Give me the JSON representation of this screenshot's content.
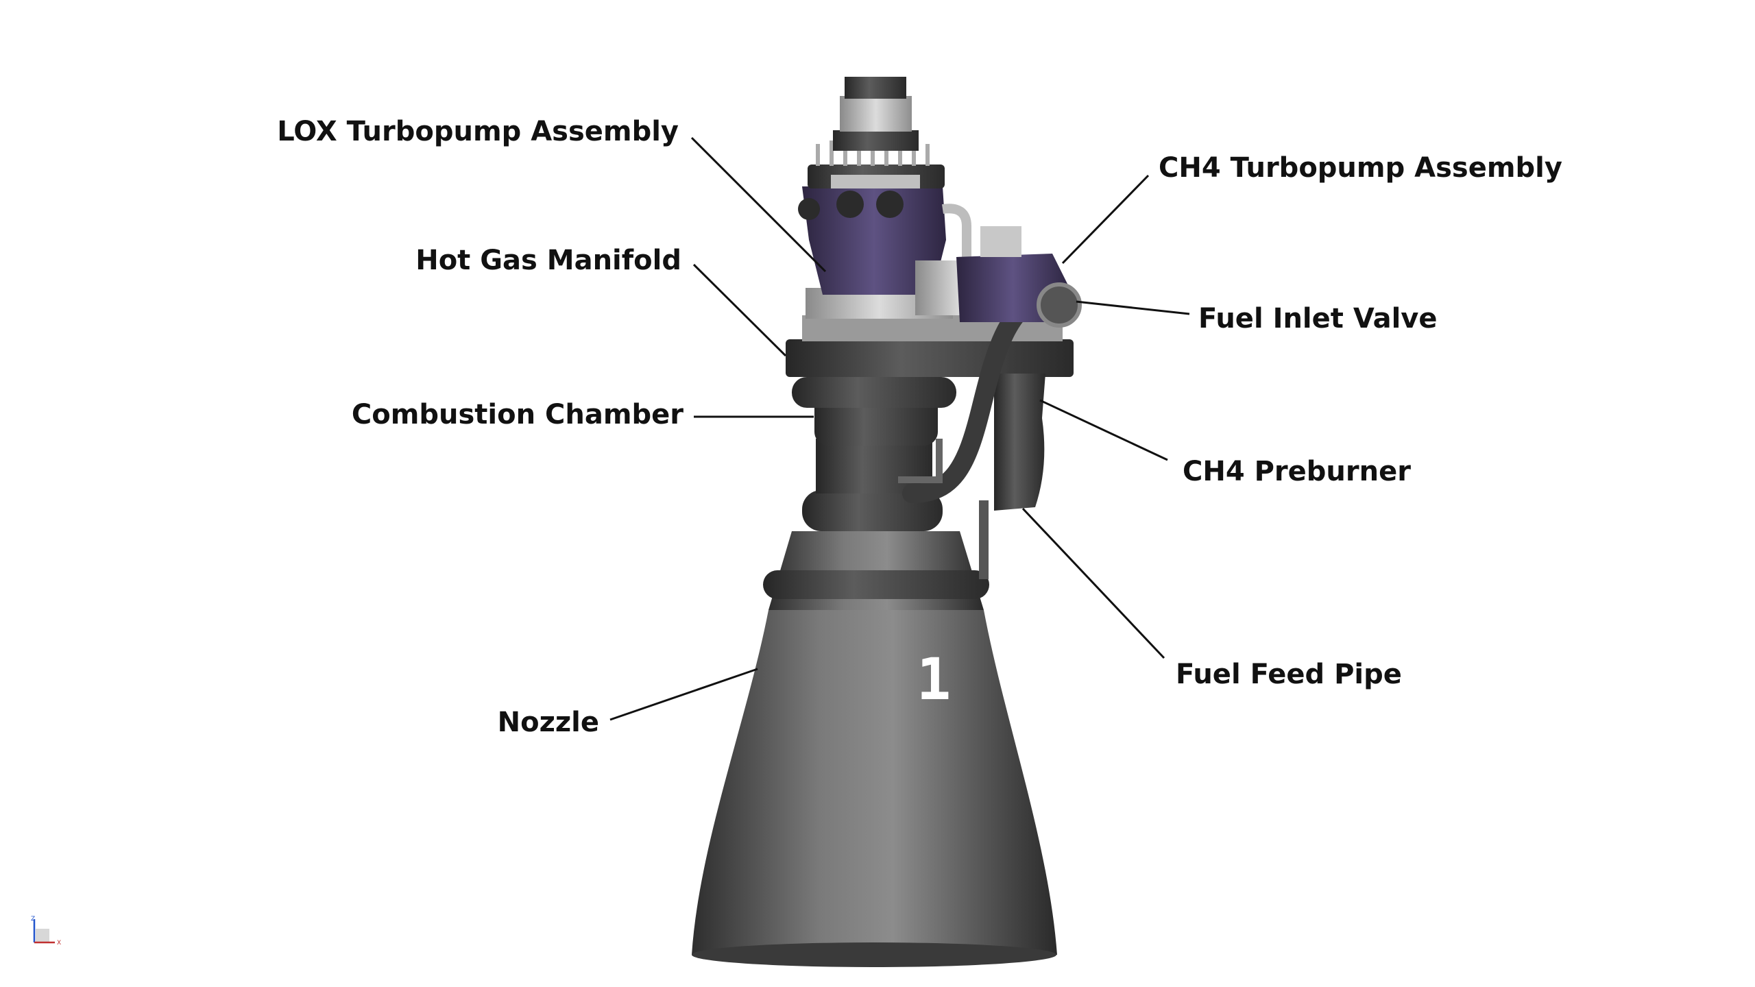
{
  "labels": {
    "lox_turbopump": "LOX Turbopump Assembly",
    "hot_gas_manifold": "Hot Gas Manifold",
    "combustion_chamber": "Combustion Chamber",
    "nozzle": "Nozzle",
    "ch4_turbopump": "CH4 Turbopump Assembly",
    "fuel_inlet_valve": "Fuel Inlet Valve",
    "ch4_preburner": "CH4 Preburner",
    "fuel_feed_pipe": "Fuel Feed Pipe"
  },
  "nozzle_marking": "1",
  "axis_triad": {
    "z": "Z",
    "x": "X"
  },
  "colors": {
    "purple": "#4a3f6b",
    "metal_dark": "#3c3c3c",
    "metal_light": "#c8c8c8"
  }
}
